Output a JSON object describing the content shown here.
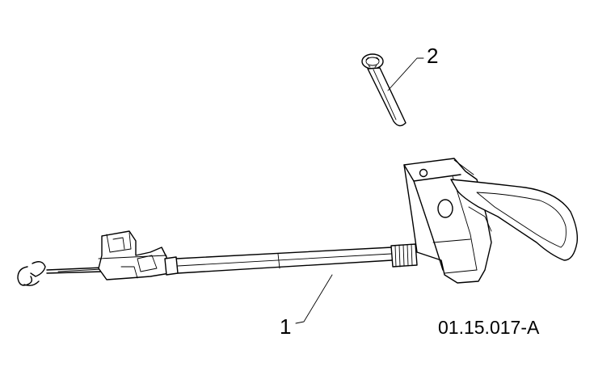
{
  "diagram": {
    "callouts": [
      {
        "id": "1",
        "label": "1"
      },
      {
        "id": "2",
        "label": "2"
      }
    ],
    "figure_id": "01.15.017-A"
  }
}
